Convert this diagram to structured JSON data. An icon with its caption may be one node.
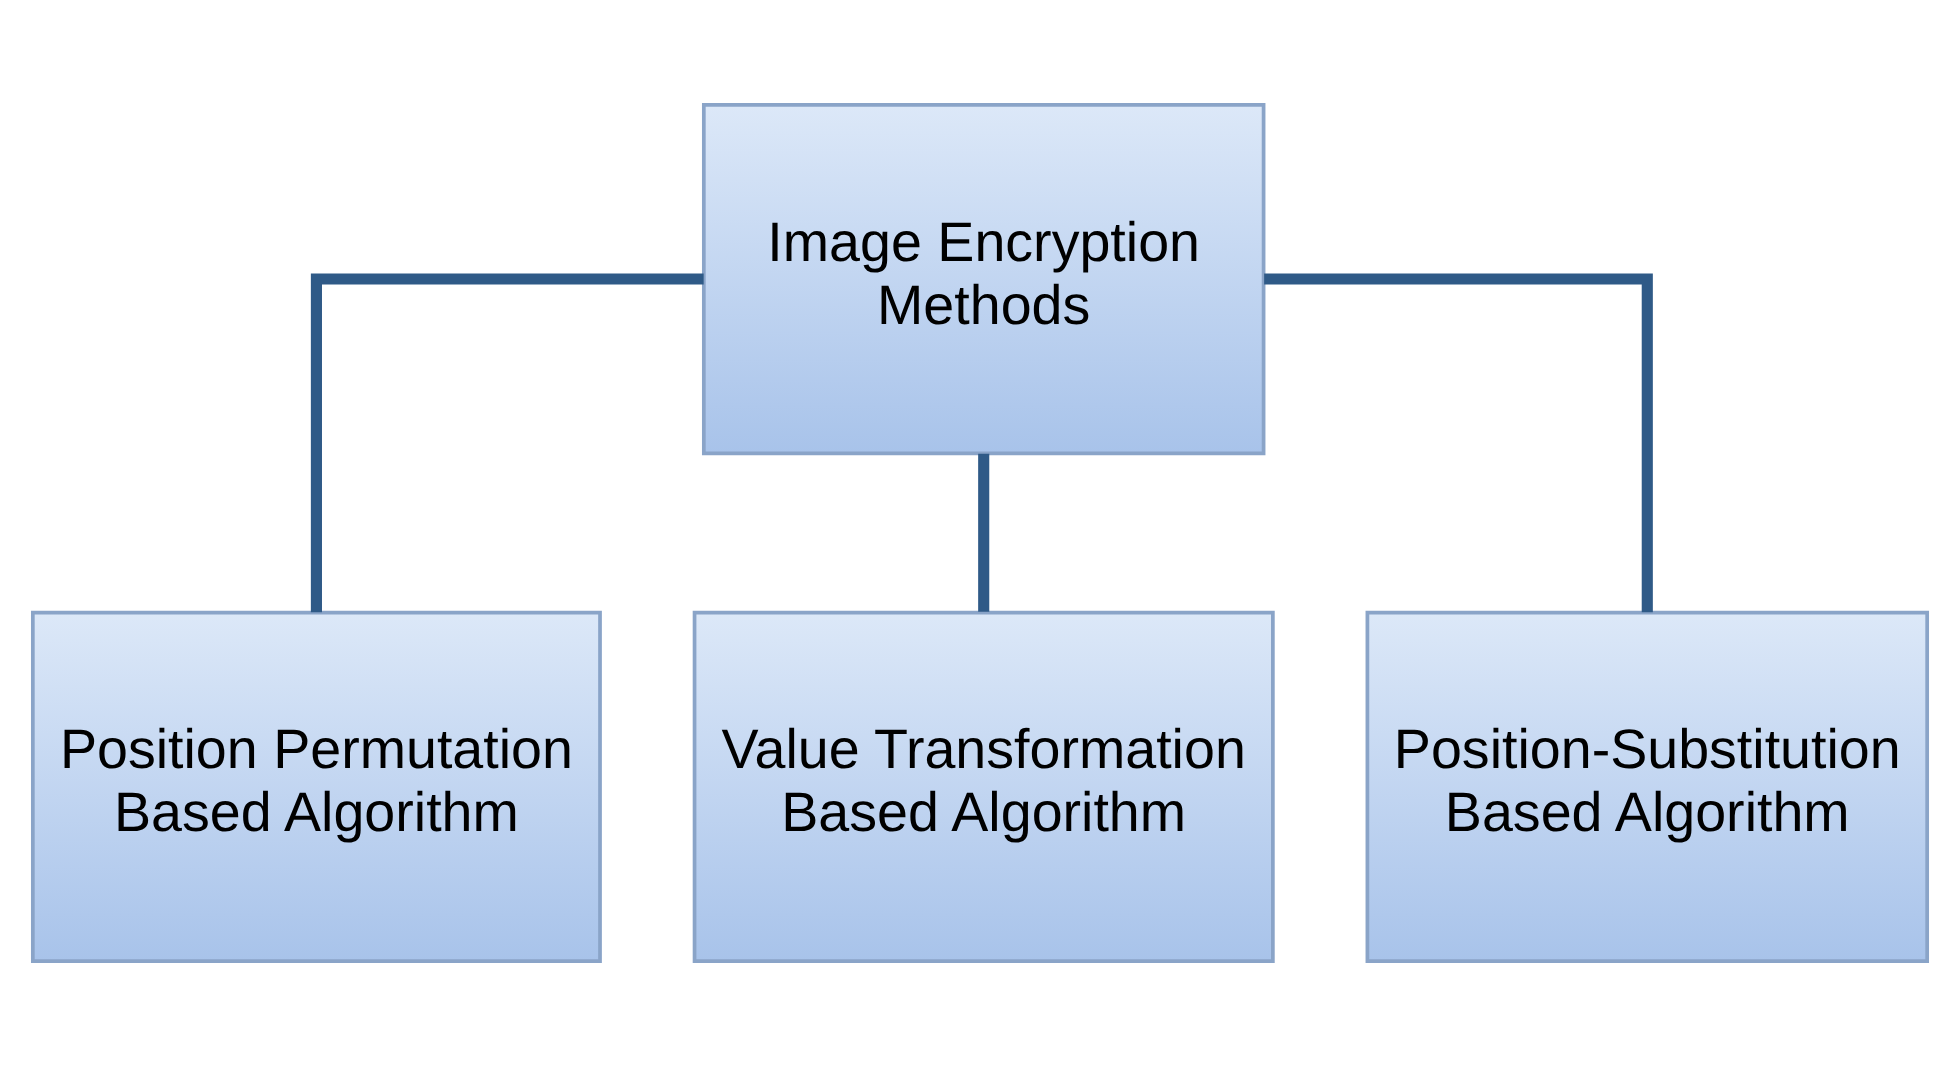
{
  "diagram": {
    "nodes": [
      {
        "text": [
          "Image Encryption Methods"
        ]
      },
      {
        "text": [
          "Position Permutation Based Algorithm"
        ]
      },
      {
        "text": [
          "Value Transformation Based Algorithm"
        ]
      },
      {
        "text": [
          "Position-Substitution Based Algorithm"
        ]
      }
    ],
    "edges": [
      {
        "from": 0,
        "to": 1,
        "arrow": "none"
      },
      {
        "from": 0,
        "to": 2,
        "arrow": "none"
      },
      {
        "from": 0,
        "to": 3,
        "arrow": "none"
      }
    ]
  }
}
